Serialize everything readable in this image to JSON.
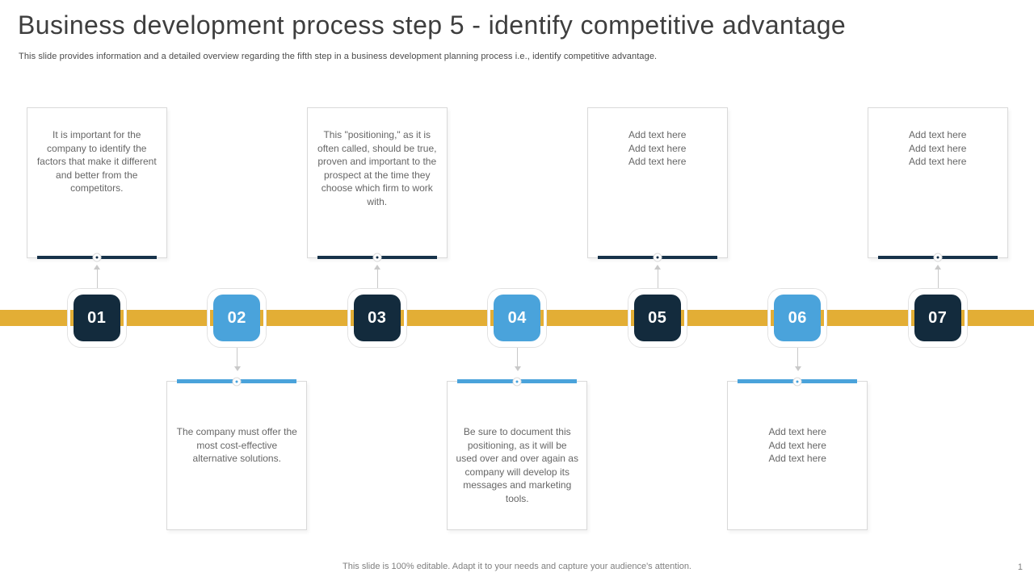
{
  "slide": {
    "title": "Business development process step 5 - identify competitive advantage",
    "subtitle": "This slide provides information and a detailed overview regarding the fifth step in a business development planning process i.e., identify competitive advantage.",
    "footer": "This slide is 100% editable. Adapt it to your needs and capture your audience's attention.",
    "page_number": "1"
  },
  "colors": {
    "navy": "#132B3D",
    "navy_line": "#16324A",
    "blue": "#4AA3DB",
    "gold": "#E3AE35",
    "box_border": "#D9D9D9",
    "connector_gray": "#C9C9C9"
  },
  "steps": [
    {
      "number": "01",
      "position": "top",
      "variant": "navy",
      "text": "It is important for the company to identify the factors that make it different  and better from the competitors."
    },
    {
      "number": "02",
      "position": "bottom",
      "variant": "blue",
      "text": "The  company  must offer the  most cost-effective alternative  solutions."
    },
    {
      "number": "03",
      "position": "top",
      "variant": "navy",
      "text": "This  \"positioning,\" as it is often  called,  should  be true,  proven   and important  to  the  prospect at  the  time they choose which  firm  to work  with."
    },
    {
      "number": "04",
      "position": "bottom",
      "variant": "blue",
      "text": "Be  sure  to  document this  positioning,  as it will be  used  over  and  over again  as  company will develop  its  messages and  marketing  tools."
    },
    {
      "number": "05",
      "position": "top",
      "variant": "navy",
      "text": "Add text here\nAdd text here\nAdd text here"
    },
    {
      "number": "06",
      "position": "bottom",
      "variant": "blue",
      "text": "Add text here\nAdd text here\nAdd text here"
    },
    {
      "number": "07",
      "position": "top",
      "variant": "navy",
      "text": "Add text here\nAdd text here\nAdd text here"
    }
  ]
}
